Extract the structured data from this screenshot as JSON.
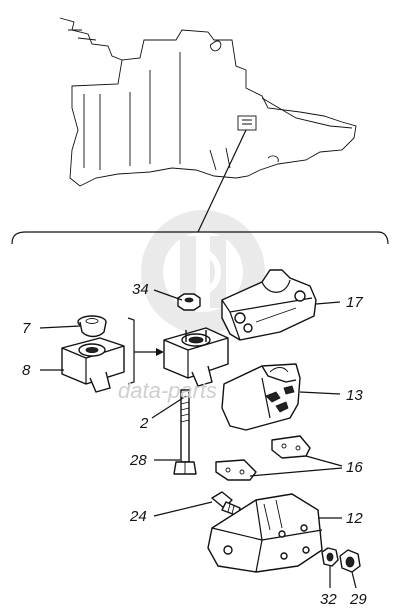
{
  "diagram": {
    "watermark": {
      "logo_icon": "circular-dd-logo",
      "text": "data-parts"
    },
    "callouts": [
      {
        "id": "c7",
        "label": "7"
      },
      {
        "id": "c8",
        "label": "8"
      },
      {
        "id": "c34",
        "label": "34"
      },
      {
        "id": "c2",
        "label": "2"
      },
      {
        "id": "c17",
        "label": "17"
      },
      {
        "id": "c13",
        "label": "13"
      },
      {
        "id": "c28",
        "label": "28"
      },
      {
        "id": "c16",
        "label": "16"
      },
      {
        "id": "c24",
        "label": "24"
      },
      {
        "id": "c12",
        "label": "12"
      },
      {
        "id": "c32",
        "label": "32"
      },
      {
        "id": "c29",
        "label": "29"
      }
    ]
  }
}
